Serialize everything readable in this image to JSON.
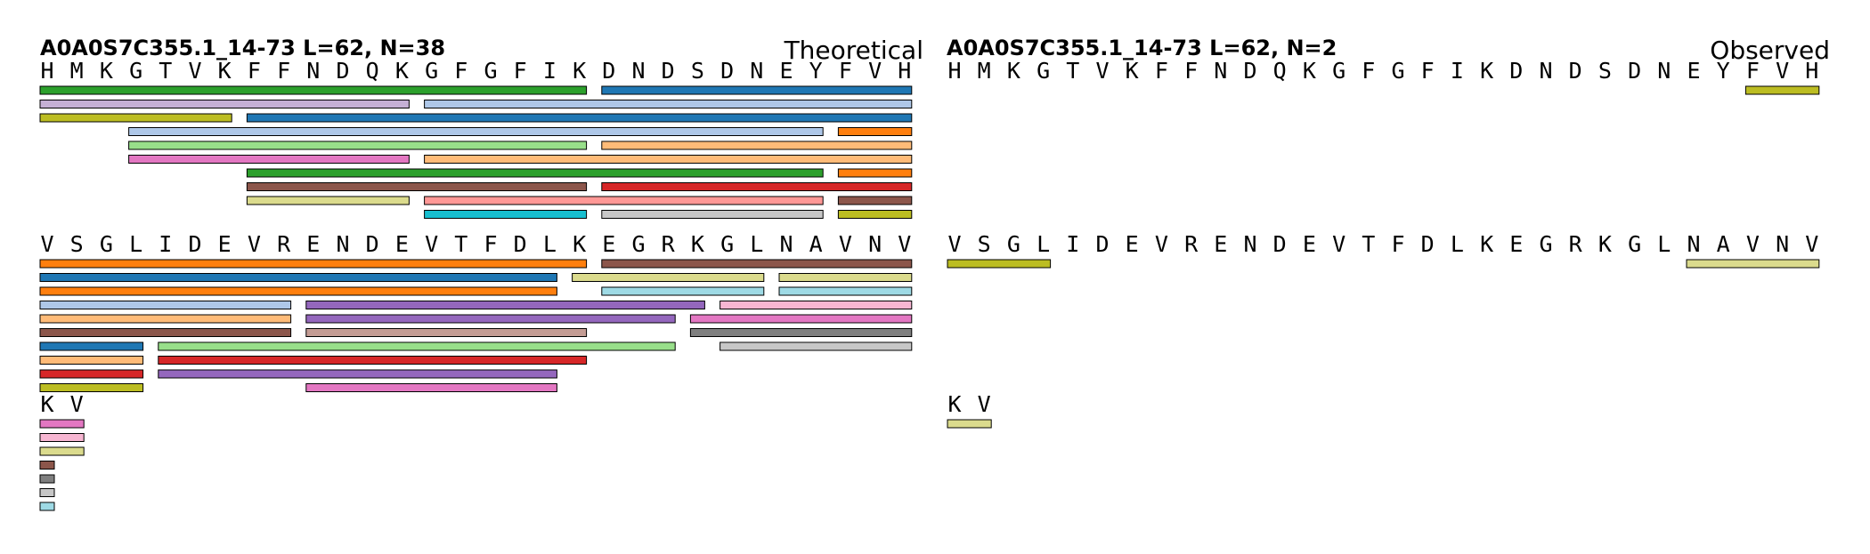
{
  "colors": [
    "#2ca02c",
    "#1f77b4",
    "#c5b0d5",
    "#aec7e8",
    "#bcbd22",
    "#ff7f0e",
    "#98df8a",
    "#ffbb78",
    "#e377c2",
    "#8c564b",
    "#d62728",
    "#dbdb8d",
    "#ff9896",
    "#17becf",
    "#c7c7c7",
    "#c49c94",
    "#9467bd",
    "#f7b6d2",
    "#9edae5",
    "#7f7f7f"
  ],
  "panels": [
    {
      "id": "theoretical",
      "title": "A0A0S7C355.1_14-73  L=62, N=38",
      "label": "Theoretical",
      "lines": [
        {
          "residues": [
            "H",
            "M",
            "K",
            "G",
            "T",
            "V",
            "K",
            "F",
            "F",
            "N",
            "D",
            "Q",
            "K",
            "G",
            "F",
            "G",
            "F",
            "I",
            "K",
            "D",
            "N",
            "D",
            "S",
            "D",
            "N",
            "E",
            "Y",
            "F",
            "V",
            "H"
          ],
          "peptides": [
            {
              "s": 0,
              "e": 18,
              "row": 0,
              "c": 0
            },
            {
              "s": 19,
              "e": 29,
              "row": 0,
              "c": 1
            },
            {
              "s": 0,
              "e": 12,
              "row": 1,
              "c": 2
            },
            {
              "s": 13,
              "e": 29,
              "row": 1,
              "c": 3
            },
            {
              "s": 0,
              "e": 6,
              "row": 2,
              "c": 4
            },
            {
              "s": 7,
              "e": 29,
              "row": 2,
              "c": 1
            },
            {
              "s": 3,
              "e": 26,
              "row": 3,
              "c": 3
            },
            {
              "s": 27,
              "e": 29,
              "row": 3,
              "c": 5
            },
            {
              "s": 3,
              "e": 18,
              "row": 4,
              "c": 6
            },
            {
              "s": 19,
              "e": 29,
              "row": 4,
              "c": 7
            },
            {
              "s": 3,
              "e": 12,
              "row": 5,
              "c": 8
            },
            {
              "s": 13,
              "e": 29,
              "row": 5,
              "c": 7
            },
            {
              "s": 7,
              "e": 26,
              "row": 6,
              "c": 0
            },
            {
              "s": 27,
              "e": 29,
              "row": 6,
              "c": 5
            },
            {
              "s": 7,
              "e": 18,
              "row": 7,
              "c": 9
            },
            {
              "s": 19,
              "e": 29,
              "row": 7,
              "c": 10
            },
            {
              "s": 7,
              "e": 12,
              "row": 8,
              "c": 11
            },
            {
              "s": 13,
              "e": 26,
              "row": 8,
              "c": 12
            },
            {
              "s": 27,
              "e": 29,
              "row": 8,
              "c": 9
            },
            {
              "s": 13,
              "e": 18,
              "row": 9,
              "c": 13
            },
            {
              "s": 19,
              "e": 26,
              "row": 9,
              "c": 14
            },
            {
              "s": 27,
              "e": 29,
              "row": 9,
              "c": 4
            }
          ]
        },
        {
          "residues": [
            "V",
            "S",
            "G",
            "L",
            "I",
            "D",
            "E",
            "V",
            "R",
            "E",
            "N",
            "D",
            "E",
            "V",
            "T",
            "F",
            "D",
            "L",
            "K",
            "E",
            "G",
            "R",
            "K",
            "G",
            "L",
            "N",
            "A",
            "V",
            "N",
            "V"
          ],
          "peptides": [
            {
              "s": 0,
              "e": 18,
              "row": 0,
              "c": 5
            },
            {
              "s": 19,
              "e": 29,
              "row": 0,
              "c": 9
            },
            {
              "s": 0,
              "e": 17,
              "row": 1,
              "c": 1
            },
            {
              "s": 18,
              "e": 24,
              "row": 1,
              "c": 11
            },
            {
              "s": 25,
              "e": 29,
              "row": 1,
              "c": 11
            },
            {
              "s": 0,
              "e": 17,
              "row": 2,
              "c": 5
            },
            {
              "s": 19,
              "e": 24,
              "row": 2,
              "c": 18
            },
            {
              "s": 25,
              "e": 29,
              "row": 2,
              "c": 18
            },
            {
              "s": 0,
              "e": 8,
              "row": 3,
              "c": 3
            },
            {
              "s": 9,
              "e": 22,
              "row": 3,
              "c": 16
            },
            {
              "s": 23,
              "e": 29,
              "row": 3,
              "c": 17
            },
            {
              "s": 0,
              "e": 8,
              "row": 4,
              "c": 7
            },
            {
              "s": 9,
              "e": 21,
              "row": 4,
              "c": 16
            },
            {
              "s": 22,
              "e": 29,
              "row": 4,
              "c": 8
            },
            {
              "s": 0,
              "e": 8,
              "row": 5,
              "c": 9
            },
            {
              "s": 9,
              "e": 18,
              "row": 5,
              "c": 15
            },
            {
              "s": 22,
              "e": 29,
              "row": 5,
              "c": 19
            },
            {
              "s": 0,
              "e": 3,
              "row": 6,
              "c": 1
            },
            {
              "s": 4,
              "e": 21,
              "row": 6,
              "c": 6
            },
            {
              "s": 23,
              "e": 29,
              "row": 6,
              "c": 14
            },
            {
              "s": 0,
              "e": 3,
              "row": 7,
              "c": 7
            },
            {
              "s": 4,
              "e": 18,
              "row": 7,
              "c": 10
            },
            {
              "s": 0,
              "e": 3,
              "row": 8,
              "c": 10
            },
            {
              "s": 4,
              "e": 17,
              "row": 8,
              "c": 16
            },
            {
              "s": 0,
              "e": 3,
              "row": 9,
              "c": 4
            },
            {
              "s": 9,
              "e": 17,
              "row": 9,
              "c": 8
            }
          ]
        },
        {
          "residues": [
            "K",
            "V"
          ],
          "peptides": [
            {
              "s": 0,
              "e": 1,
              "row": 0,
              "c": 8
            },
            {
              "s": 0,
              "e": 1,
              "row": 1,
              "c": 17
            },
            {
              "s": 0,
              "e": 1,
              "row": 2,
              "c": 11
            },
            {
              "s": 0,
              "e": 0,
              "row": 3,
              "c": 9
            },
            {
              "s": 0,
              "e": 0,
              "row": 4,
              "c": 19
            },
            {
              "s": 0,
              "e": 0,
              "row": 5,
              "c": 14
            },
            {
              "s": 0,
              "e": 0,
              "row": 6,
              "c": 18
            }
          ]
        }
      ]
    },
    {
      "id": "observed",
      "title": "A0A0S7C355.1_14-73  L=62, N=2",
      "label": "Observed",
      "lines": [
        {
          "residues": [
            "H",
            "M",
            "K",
            "G",
            "T",
            "V",
            "K",
            "F",
            "F",
            "N",
            "D",
            "Q",
            "K",
            "G",
            "F",
            "G",
            "F",
            "I",
            "K",
            "D",
            "N",
            "D",
            "S",
            "D",
            "N",
            "E",
            "Y",
            "F",
            "V",
            "H"
          ],
          "peptides": [
            {
              "s": 27,
              "e": 29,
              "row": 0,
              "c": 4
            }
          ]
        },
        {
          "residues": [
            "V",
            "S",
            "G",
            "L",
            "I",
            "D",
            "E",
            "V",
            "R",
            "E",
            "N",
            "D",
            "E",
            "V",
            "T",
            "F",
            "D",
            "L",
            "K",
            "E",
            "G",
            "R",
            "K",
            "G",
            "L",
            "N",
            "A",
            "V",
            "N",
            "V"
          ],
          "peptides": [
            {
              "s": 0,
              "e": 3,
              "row": 0,
              "c": 4
            },
            {
              "s": 25,
              "e": 29,
              "row": 0,
              "c": 11
            }
          ]
        },
        {
          "residues": [
            "K",
            "V"
          ],
          "peptides": [
            {
              "s": 0,
              "e": 1,
              "row": 0,
              "c": 11
            }
          ]
        }
      ]
    }
  ]
}
